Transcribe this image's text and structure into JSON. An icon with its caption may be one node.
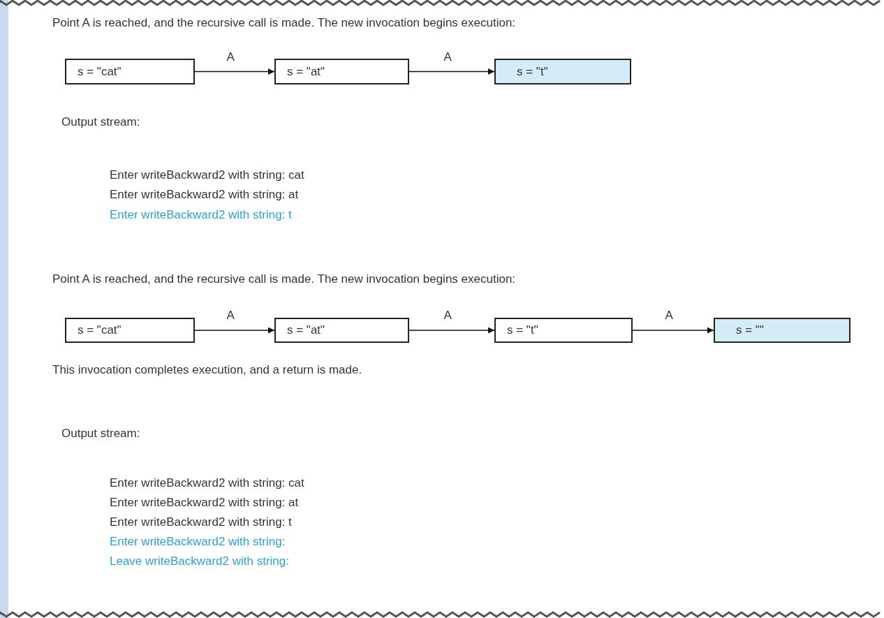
{
  "diagram": {
    "nodes": [
      {
        "text": [
          "s = \"cat\""
        ]
      },
      {
        "text": [
          "s = \"at\""
        ]
      },
      {
        "text": [
          "s = \"t\""
        ]
      },
      {
        "text": [
          "s = \"cat\""
        ]
      },
      {
        "text": [
          "s = \"at\""
        ]
      },
      {
        "text": [
          "s = \"t\""
        ]
      },
      {
        "text": [
          "s = \"\""
        ]
      }
    ],
    "edges": [
      {
        "from": 0,
        "to": 1,
        "arrow": "to",
        "label": "A"
      },
      {
        "from": 1,
        "to": 2,
        "arrow": "to",
        "label": "A"
      },
      {
        "from": 3,
        "to": 4,
        "arrow": "to",
        "label": "A"
      },
      {
        "from": 4,
        "to": 5,
        "arrow": "to",
        "label": "A"
      },
      {
        "from": 5,
        "to": 6,
        "arrow": "to",
        "label": "A"
      }
    ],
    "labels": [
      "Point A is reached, and the recursive call is made. The new invocation begins execution:",
      "Output stream:",
      "Enter writeBackward2 with string: cat",
      "Enter writeBackward2 with string: at",
      "Enter writeBackward2 with string: t",
      "Point A is reached, and the recursive call is made. The new invocation begins execution:",
      "This invocation completes execution, and a return is made.",
      "Output stream:",
      "Enter writeBackward2 with string: cat",
      "Enter writeBackward2 with string: at",
      "Enter writeBackward2 with string: t",
      "Enter writeBackward2 with string:",
      "Leave writeBackward2 with string:"
    ]
  }
}
